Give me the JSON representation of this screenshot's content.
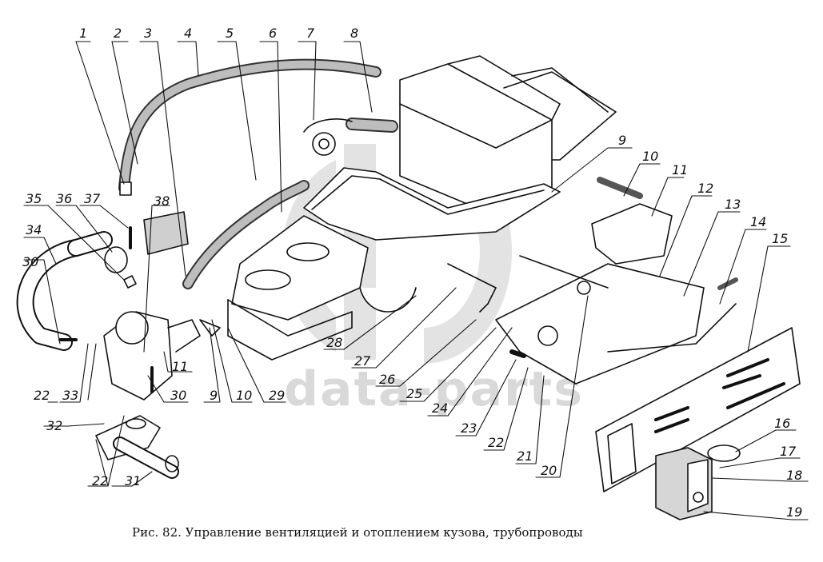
{
  "figure": {
    "caption": "Рис. 82. Управление вентиляцией и отоплением кузова, трубопроводы",
    "watermark_text": "data-parts",
    "watermark_color": "#d9d9d9",
    "line_color": "#111111"
  },
  "callouts": [
    {
      "id": "c1",
      "label": "1"
    },
    {
      "id": "c2",
      "label": "2"
    },
    {
      "id": "c3",
      "label": "3"
    },
    {
      "id": "c4",
      "label": "4"
    },
    {
      "id": "c5",
      "label": "5"
    },
    {
      "id": "c6",
      "label": "6"
    },
    {
      "id": "c7",
      "label": "7"
    },
    {
      "id": "c8",
      "label": "8"
    },
    {
      "id": "c9a",
      "label": "9"
    },
    {
      "id": "c10a",
      "label": "10"
    },
    {
      "id": "c11a",
      "label": "11"
    },
    {
      "id": "c12",
      "label": "12"
    },
    {
      "id": "c13",
      "label": "13"
    },
    {
      "id": "c14",
      "label": "14"
    },
    {
      "id": "c15",
      "label": "15"
    },
    {
      "id": "c16",
      "label": "16"
    },
    {
      "id": "c17",
      "label": "17"
    },
    {
      "id": "c18",
      "label": "18"
    },
    {
      "id": "c19",
      "label": "19"
    },
    {
      "id": "c20",
      "label": "20"
    },
    {
      "id": "c21",
      "label": "21"
    },
    {
      "id": "c22a",
      "label": "22"
    },
    {
      "id": "c23",
      "label": "23"
    },
    {
      "id": "c24",
      "label": "24"
    },
    {
      "id": "c25",
      "label": "25"
    },
    {
      "id": "c26",
      "label": "26"
    },
    {
      "id": "c27",
      "label": "27"
    },
    {
      "id": "c28",
      "label": "28"
    },
    {
      "id": "c29",
      "label": "29"
    },
    {
      "id": "c10b",
      "label": "10"
    },
    {
      "id": "c9b",
      "label": "9"
    },
    {
      "id": "c30a",
      "label": "30"
    },
    {
      "id": "c11b",
      "label": "11"
    },
    {
      "id": "c33",
      "label": "33"
    },
    {
      "id": "c22b",
      "label": "22"
    },
    {
      "id": "c32",
      "label": "32"
    },
    {
      "id": "c22c",
      "label": "22"
    },
    {
      "id": "c31",
      "label": "31"
    },
    {
      "id": "c30b",
      "label": "30"
    },
    {
      "id": "c34",
      "label": "34"
    },
    {
      "id": "c35",
      "label": "35"
    },
    {
      "id": "c36",
      "label": "36"
    },
    {
      "id": "c37",
      "label": "37"
    },
    {
      "id": "c38",
      "label": "38"
    }
  ]
}
